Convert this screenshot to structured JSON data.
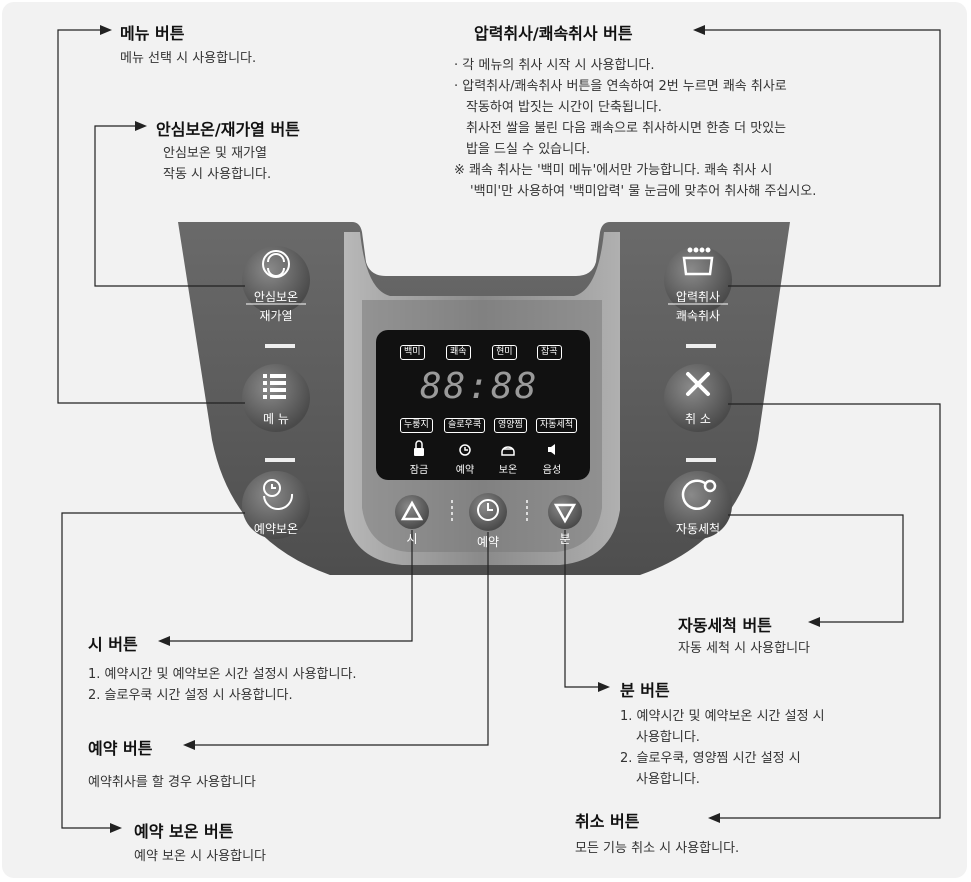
{
  "annotations": {
    "menu": {
      "title": "메뉴 버튼",
      "lines": [
        "메뉴 선택 시 사용합니다."
      ]
    },
    "keepwarm": {
      "title": "안심보온/재가열 버튼",
      "lines": [
        "안심보온 및 재가열",
        "작동 시 사용합니다."
      ]
    },
    "pressure": {
      "title": "압력취사/쾌속취사 버튼",
      "lines": [
        "· 각 메뉴의 취사 시작 시 사용합니다.",
        "· 압력취사/쾌속취사 버튼을 연속하여 2번 누르면 쾌속 취사로",
        "작동하여 밥짓는 시간이 단축됩니다.",
        "취사전 쌀을 불린 다음 쾌속으로 취사하시면 한층 더 맛있는",
        "밥을 드실 수 있습니다.",
        "※ 쾌속 취사는 '백미 메뉴'에서만 가능합니다. 쾌속 취사 시",
        "'백미'만 사용하여 '백미압력' 물 눈금에 맞추어 취사해 주십시오."
      ]
    },
    "hour": {
      "title": "시 버튼",
      "lines": [
        "1. 예약시간 및 예약보온 시간 설정시 사용합니다.",
        "2. 슬로우쿡 시간 설정 시 사용합니다."
      ]
    },
    "reserve": {
      "title": "예약 버튼",
      "lines": [
        "예약취사를 할 경우 사용합니다"
      ]
    },
    "reservewarm": {
      "title": "예약 보온 버튼",
      "lines": [
        "예약 보온 시 사용합니다"
      ]
    },
    "autoclean": {
      "title": "자동세척 버튼",
      "lines": [
        "자동 세척 시 사용합니다"
      ]
    },
    "minute": {
      "title": "분 버튼",
      "lines": [
        "1. 예약시간 및 예약보온 시간 설정 시",
        "사용합니다.",
        "2. 슬로우쿡, 영양찜 시간 설정 시",
        "사용합니다."
      ]
    },
    "cancel": {
      "title": "취소 버튼",
      "lines": [
        "모든 기능 취소 시 사용합니다."
      ]
    }
  },
  "panel": {
    "buttons": {
      "keepwarm_top": "안심보온",
      "keepwarm_bottom": "재가열",
      "menu": "메 뉴",
      "reservewarm": "예약보온",
      "pressure_top": "압력취사",
      "pressure_bottom": "쾌속취사",
      "cancel": "취 소",
      "autoclean": "자동세척",
      "hour": "시",
      "reserve": "예약",
      "minute": "분"
    },
    "display": {
      "menu_top": [
        "백미",
        "쾌속",
        "현미",
        "잡곡"
      ],
      "menu_bottom": [
        "누룽지",
        "슬로우쿡",
        "영양찜",
        "자동세척"
      ],
      "digits": "88:88",
      "status": [
        "잠금",
        "예약",
        "보온",
        "음성"
      ]
    }
  },
  "colors": {
    "panel": "#5c5c5c",
    "panel_light": "#8e8e8e",
    "button": "#6a6a6a",
    "display": "#111111",
    "background": "#f2f2f2"
  }
}
